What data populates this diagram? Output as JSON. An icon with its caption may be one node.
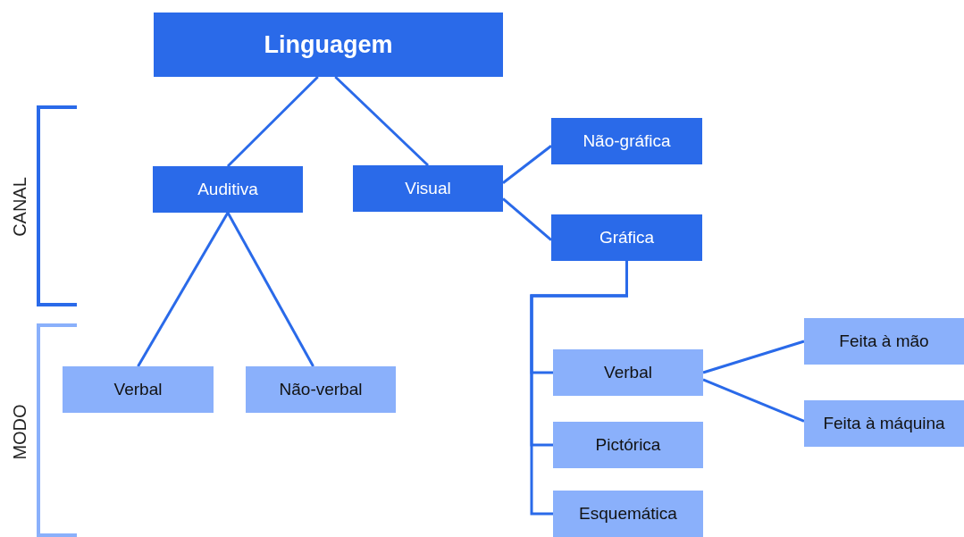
{
  "diagram": {
    "nodes": [
      {
        "text": [
          "Linguagem"
        ]
      },
      {
        "text": [
          "Auditiva"
        ]
      },
      {
        "text": [
          "Visual"
        ]
      },
      {
        "text": [
          "Não-gráfica"
        ]
      },
      {
        "text": [
          "Gráfica"
        ]
      },
      {
        "text": [
          "Verbal"
        ]
      },
      {
        "text": [
          "Não-verbal"
        ]
      },
      {
        "text": [
          "Verbal"
        ]
      },
      {
        "text": [
          "Pictórica"
        ]
      },
      {
        "text": [
          "Esquemática"
        ]
      },
      {
        "text": [
          "Feita à mão"
        ]
      },
      {
        "text": [
          "Feita à máquina"
        ]
      }
    ],
    "edges": [
      {
        "from": 0,
        "to": 1,
        "arrow": "none"
      },
      {
        "from": 0,
        "to": 2,
        "arrow": "none"
      },
      {
        "from": 2,
        "to": 3,
        "arrow": "none"
      },
      {
        "from": 2,
        "to": 4,
        "arrow": "none"
      },
      {
        "from": 1,
        "to": 5,
        "arrow": "none"
      },
      {
        "from": 1,
        "to": 6,
        "arrow": "none"
      },
      {
        "from": 4,
        "to": 7,
        "arrow": "none"
      },
      {
        "from": 4,
        "to": 8,
        "arrow": "none"
      },
      {
        "from": 4,
        "to": 9,
        "arrow": "none"
      },
      {
        "from": 7,
        "to": 10,
        "arrow": "none"
      },
      {
        "from": 7,
        "to": 11,
        "arrow": "none"
      }
    ],
    "labels": [
      "CANAL",
      "MODO"
    ]
  }
}
